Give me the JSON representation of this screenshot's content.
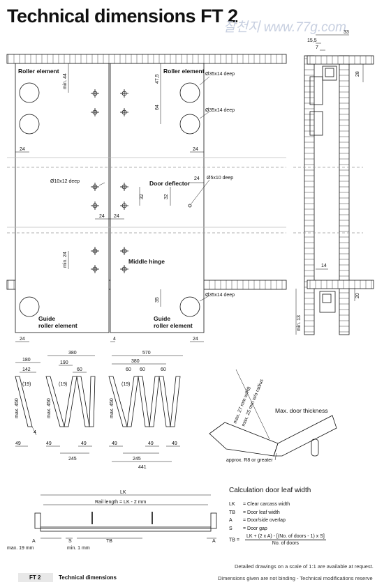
{
  "header": {
    "title": "Technical dimensions FT 2",
    "watermark": "잘천지  www.77g.com"
  },
  "front_view": {
    "roller_element_left": "Roller element",
    "roller_element_right": "Roller element",
    "door_deflector": "Door deflector",
    "middle_hinge": "Middle hinge",
    "guide_roller_left": [
      "Guide",
      "roller element"
    ],
    "guide_roller_right": [
      "Guide",
      "roller element"
    ],
    "hole_35x14_a": "Ø35x14 deep",
    "hole_35x14_b": "Ø35x14 deep",
    "hole_35x14_c": "Ø35x14 deep",
    "hole_10x12": "Ø10x12 deep",
    "hole_5x10": "Ø5x10 deep",
    "dims": {
      "min44": "min. 44",
      "d47_5": "47,5",
      "d64": "64",
      "d24_a": "24",
      "d24_b": "24",
      "d24_c": "24",
      "d24_d": "24",
      "d24_e": "24",
      "d24_f": "24",
      "d24_g": "24",
      "d24_h": "24",
      "d32_a": "32",
      "d32_b": "32",
      "min24": "min. 24",
      "d35": "35",
      "d4": "4"
    }
  },
  "side_view": {
    "d15_5": "15,5",
    "d33": "33",
    "d7": "7",
    "d28": "28",
    "d14": "14",
    "d20": "20",
    "min13": "min. 13"
  },
  "fold_diagrams": {
    "d180": "180",
    "d142": "142",
    "d19_a": "(19)",
    "max450_a": "max. 450",
    "d4": "4",
    "d49_a": "49",
    "d380_a": "380",
    "d190": "190",
    "d60_a": "60",
    "d19_b": "(19)",
    "max450_b": "max. 450",
    "d49_b": "49",
    "d49_c": "49",
    "d245_a": "245",
    "d570": "570",
    "d380_b": "380",
    "d60_b": "60",
    "d60_c": "60",
    "d60_d": "60",
    "d19_c": "(19)",
    "max450_c": "max. 450",
    "d49_d": "49",
    "d49_e": "49",
    "d49_f": "49",
    "d245_b": "245",
    "d441": "441"
  },
  "thickness": {
    "label": "Max. door thickness",
    "r8": "max. 27 mm w/R8",
    "noradius": "max. 25 mm w/o radius",
    "radius_note": "approx. R8 or greater"
  },
  "rail": {
    "lk": "LK",
    "rail_length": "Rail length = LK - 2 mm",
    "a_left": "A",
    "s": "S",
    "tb": "TB",
    "a_right": "A",
    "max19": "max. 19 mm",
    "min1": "min. 1 mm"
  },
  "calculation": {
    "title": "Calculation door leaf width",
    "legend": [
      {
        "key": "LK",
        "desc": "=  Clear carcass width"
      },
      {
        "key": "TB",
        "desc": "=  Door leaf width"
      },
      {
        "key": "A",
        "desc": "=  Door/side overlap"
      },
      {
        "key": "S",
        "desc": "=  Door gap"
      }
    ],
    "formula_lhs": "TB =",
    "formula_num": "LK + (2 x A) - [(No. of doors - 1) x S]",
    "formula_den": "No. of doors"
  },
  "notes": {
    "detail": "Detailed drawings on a scale of 1:1 are available at request.",
    "footer_code": "FT 2",
    "footer_section": "Technical dimensions",
    "footer_disclaimer": "Dimensions given are not binding - Technical modifications reserve"
  }
}
